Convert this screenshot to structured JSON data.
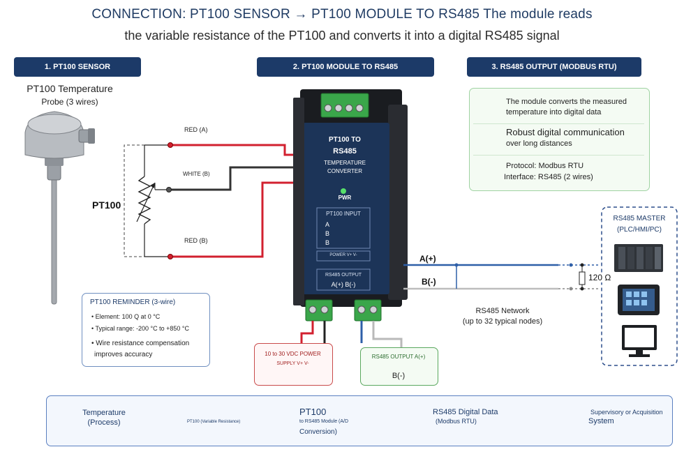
{
  "header": {
    "title_line1": "CONNECTION: PT100 SENSOR → PT100 MODULE TO RS485 The module reads",
    "title_line2": "the variable resistance of the PT100 and converts it into a digital RS485 signal"
  },
  "steps": [
    {
      "label": "1. PT100 SENSOR"
    },
    {
      "label": "2. PT100 MODULE TO RS485"
    },
    {
      "label": "3. RS485 OUTPUT (MODBUS RTU)"
    }
  ],
  "sensor": {
    "title": "PT100 Temperature",
    "subtitle": "Probe (3 wires)",
    "resistor_label": "PT100",
    "wire_red_a": "RED (A)",
    "wire_white_b": "WHITE (B)",
    "wire_red_b": "RED (B)"
  },
  "module": {
    "line1": "PT100 TO",
    "line2": "RS485",
    "line3": "TEMPERATURE",
    "line4": "CONVERTER",
    "pwr": "PWR",
    "input_title": "PT100 INPUT",
    "input_a": "A",
    "input_b1": "B",
    "input_b2": "B",
    "power_label": "POWER V+ V-",
    "output_title": "RS485 OUTPUT",
    "output_terms": "A(+) B(-)"
  },
  "info": {
    "item1": "The module converts the measured temperature into digital data",
    "item2_title": "Robust digital communication",
    "item2_sub": "over long distances",
    "item3_line1": "Protocol: Modbus RTU",
    "item3_line2": "Interface: RS485 (2 wires)"
  },
  "bus": {
    "a_label": "A(+)",
    "b_label": "B(-)",
    "terminator": "120 Ω",
    "network_line1": "RS485 Network",
    "network_line2": "(up to 32 typical nodes)"
  },
  "master": {
    "title": "RS485 MASTER",
    "subtitle": "(PLC/HMI/PC)"
  },
  "reminder": {
    "title": "PT100 REMINDER (3-wire)",
    "b1": "• Element: 100 Q at 0 °C",
    "b2": "• Typical range: -200 °C to +850 °C",
    "b3a": "• Wire resistance compensation",
    "b3b": "improves accuracy"
  },
  "power_box": {
    "line1": "10 to 30 VDC POWER",
    "line2": "SUPPLY V+ V-"
  },
  "output_box": {
    "line1": "RS485 OUTPUT A(+)",
    "line2": "B(-)"
  },
  "flow": {
    "s1a": "Temperature",
    "s1b": "(Process)",
    "s2": "PT100 (Variable Resistance)",
    "s3a": "PT100",
    "s3b": "to RS485 Module (A/D",
    "s3c": "Conversion)",
    "s4a": "RS485 Digital Data",
    "s4b": "(Modbus RTU)",
    "s5a": "Supervisory or Acquisition",
    "s5b": "System"
  },
  "colors": {
    "navy": "#1c3a68",
    "red_wire": "#d2202f",
    "blue_wire": "#2e5fa8",
    "green_terminal": "#3aa64a",
    "info_border": "#9fd3a2",
    "power_border": "#c94a4a",
    "output_border": "#5aa85e"
  }
}
